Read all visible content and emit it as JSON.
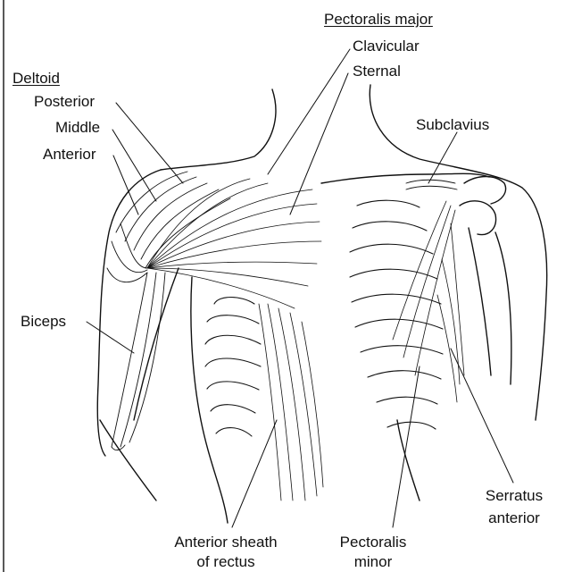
{
  "labels": {
    "pectoralis_major": "Pectoralis major",
    "clavicular": "Clavicular",
    "sternal": "Sternal",
    "deltoid": "Deltoid",
    "posterior": "Posterior",
    "middle": "Middle",
    "anterior": "Anterior",
    "subclavius": "Subclavius",
    "biceps": "Biceps",
    "serratus_line1": "Serratus",
    "serratus_line2": "anterior",
    "ant_sheath_line1": "Anterior sheath",
    "ant_sheath_line2": "of rectus",
    "pec_minor_line1": "Pectoralis",
    "pec_minor_line2": "minor"
  },
  "colors": {
    "ink": "#111111",
    "background": "#ffffff"
  }
}
